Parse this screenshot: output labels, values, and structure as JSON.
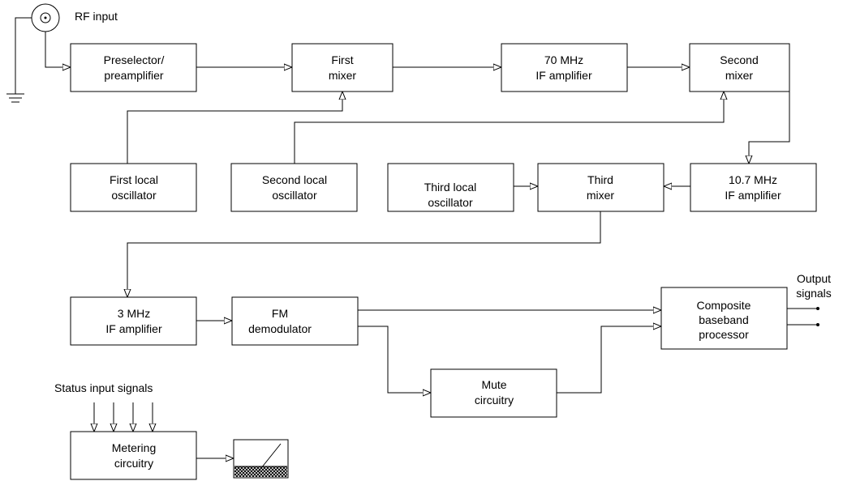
{
  "rf_input_label": "RF input",
  "status_input_label": "Status input signals",
  "output_label": [
    "Output",
    "signals"
  ],
  "blocks": {
    "preselector": [
      "Preselector/",
      "preamplifier"
    ],
    "first_mixer": [
      "First",
      "mixer"
    ],
    "if70": [
      "70 MHz",
      "IF amplifier"
    ],
    "second_mixer": [
      "Second",
      "mixer"
    ],
    "first_lo": [
      "First local",
      "oscillator"
    ],
    "second_lo": [
      "Second local",
      "oscillator"
    ],
    "third_lo": [
      "Third local",
      "oscillator"
    ],
    "third_mixer": [
      "Third",
      "mixer"
    ],
    "if10_7": [
      "10.7 MHz",
      "IF amplifier"
    ],
    "if3": [
      "3 MHz",
      "IF amplifier"
    ],
    "fm_demod": [
      "FM",
      "demodulator"
    ],
    "composite": [
      "Composite",
      "baseband",
      "processor"
    ],
    "mute": [
      "Mute",
      "circuitry"
    ],
    "metering": [
      "Metering",
      "circuitry"
    ]
  }
}
